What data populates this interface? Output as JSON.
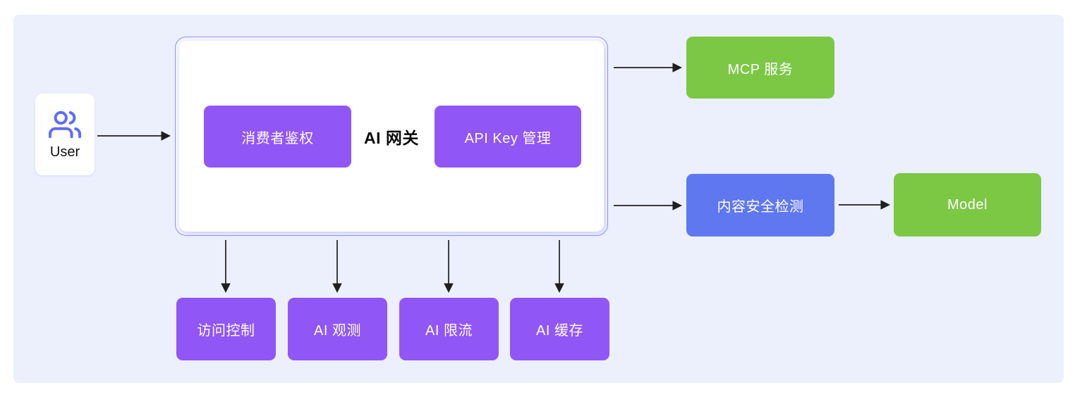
{
  "user": {
    "label": "User",
    "icon": "users-icon"
  },
  "gateway": {
    "title": "AI 网关",
    "modules": [
      {
        "label": "消费者鉴权"
      },
      {
        "label": "API Key 管理"
      }
    ]
  },
  "plugins": [
    {
      "label": "访问控制"
    },
    {
      "label": "AI 观测"
    },
    {
      "label": "AI 限流"
    },
    {
      "label": "AI 缓存"
    }
  ],
  "targets": {
    "mcp": {
      "label": "MCP 服务"
    },
    "security": {
      "label": "内容安全检测"
    },
    "model": {
      "label": "Model"
    }
  },
  "colors": {
    "purple_node": "#9156F6",
    "blue_node": "#5F78F0",
    "green_node": "#7CC845",
    "board_background": "#ECEFFC",
    "gateway_border": "#8B94F3",
    "user_icon_blue": "#5F6EF6",
    "arrow": "#1F1F1F"
  }
}
